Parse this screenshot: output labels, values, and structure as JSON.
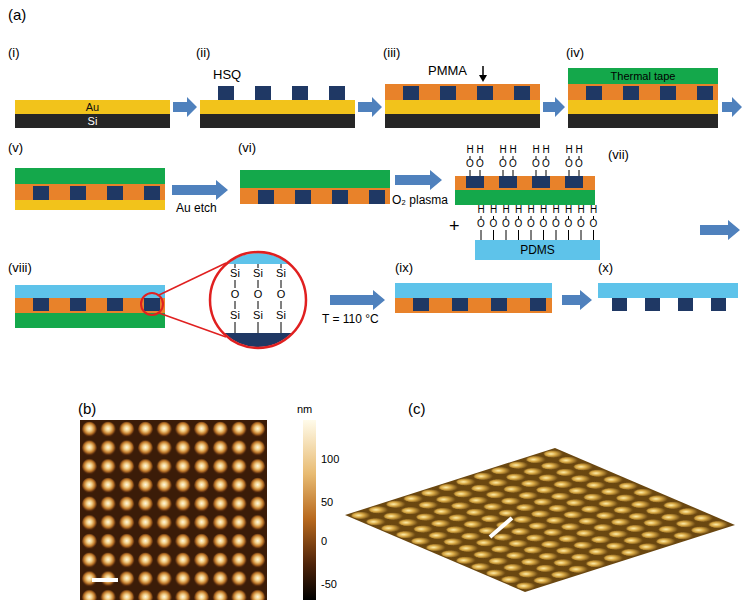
{
  "diagram": {
    "nodes": [
      {
        "text": [
          "Au"
        ]
      },
      {
        "text": [
          "Si"
        ]
      },
      {
        "text": [
          "Thermal tape"
        ]
      },
      {
        "text": [
          "PDMS"
        ]
      }
    ],
    "labels": [
      "(a)",
      "(i)",
      "(ii)",
      "HSQ",
      "(iii)",
      "PMMA",
      "(iv)",
      "(v)",
      "(vi)",
      "Au etch",
      "O₂ plasma",
      "H",
      "H",
      "H",
      "H",
      "H",
      "H",
      "H",
      "H",
      "O",
      "O",
      "O",
      "O",
      "O",
      "O",
      "O",
      "O",
      "(vii)",
      "+",
      "H",
      "H",
      "H",
      "H",
      "H",
      "H",
      "H",
      "H",
      "H",
      "H",
      "O",
      "O",
      "O",
      "O",
      "O",
      "O",
      "O",
      "O",
      "O",
      "O",
      "(viii)",
      "Si",
      "Si",
      "Si",
      "O",
      "O",
      "O",
      "Si",
      "Si",
      "Si",
      "T = 110 °C",
      "(ix)",
      "(x)",
      "(b)",
      "nm",
      "100",
      "50",
      "0",
      "-50",
      "(c)"
    ]
  }
}
